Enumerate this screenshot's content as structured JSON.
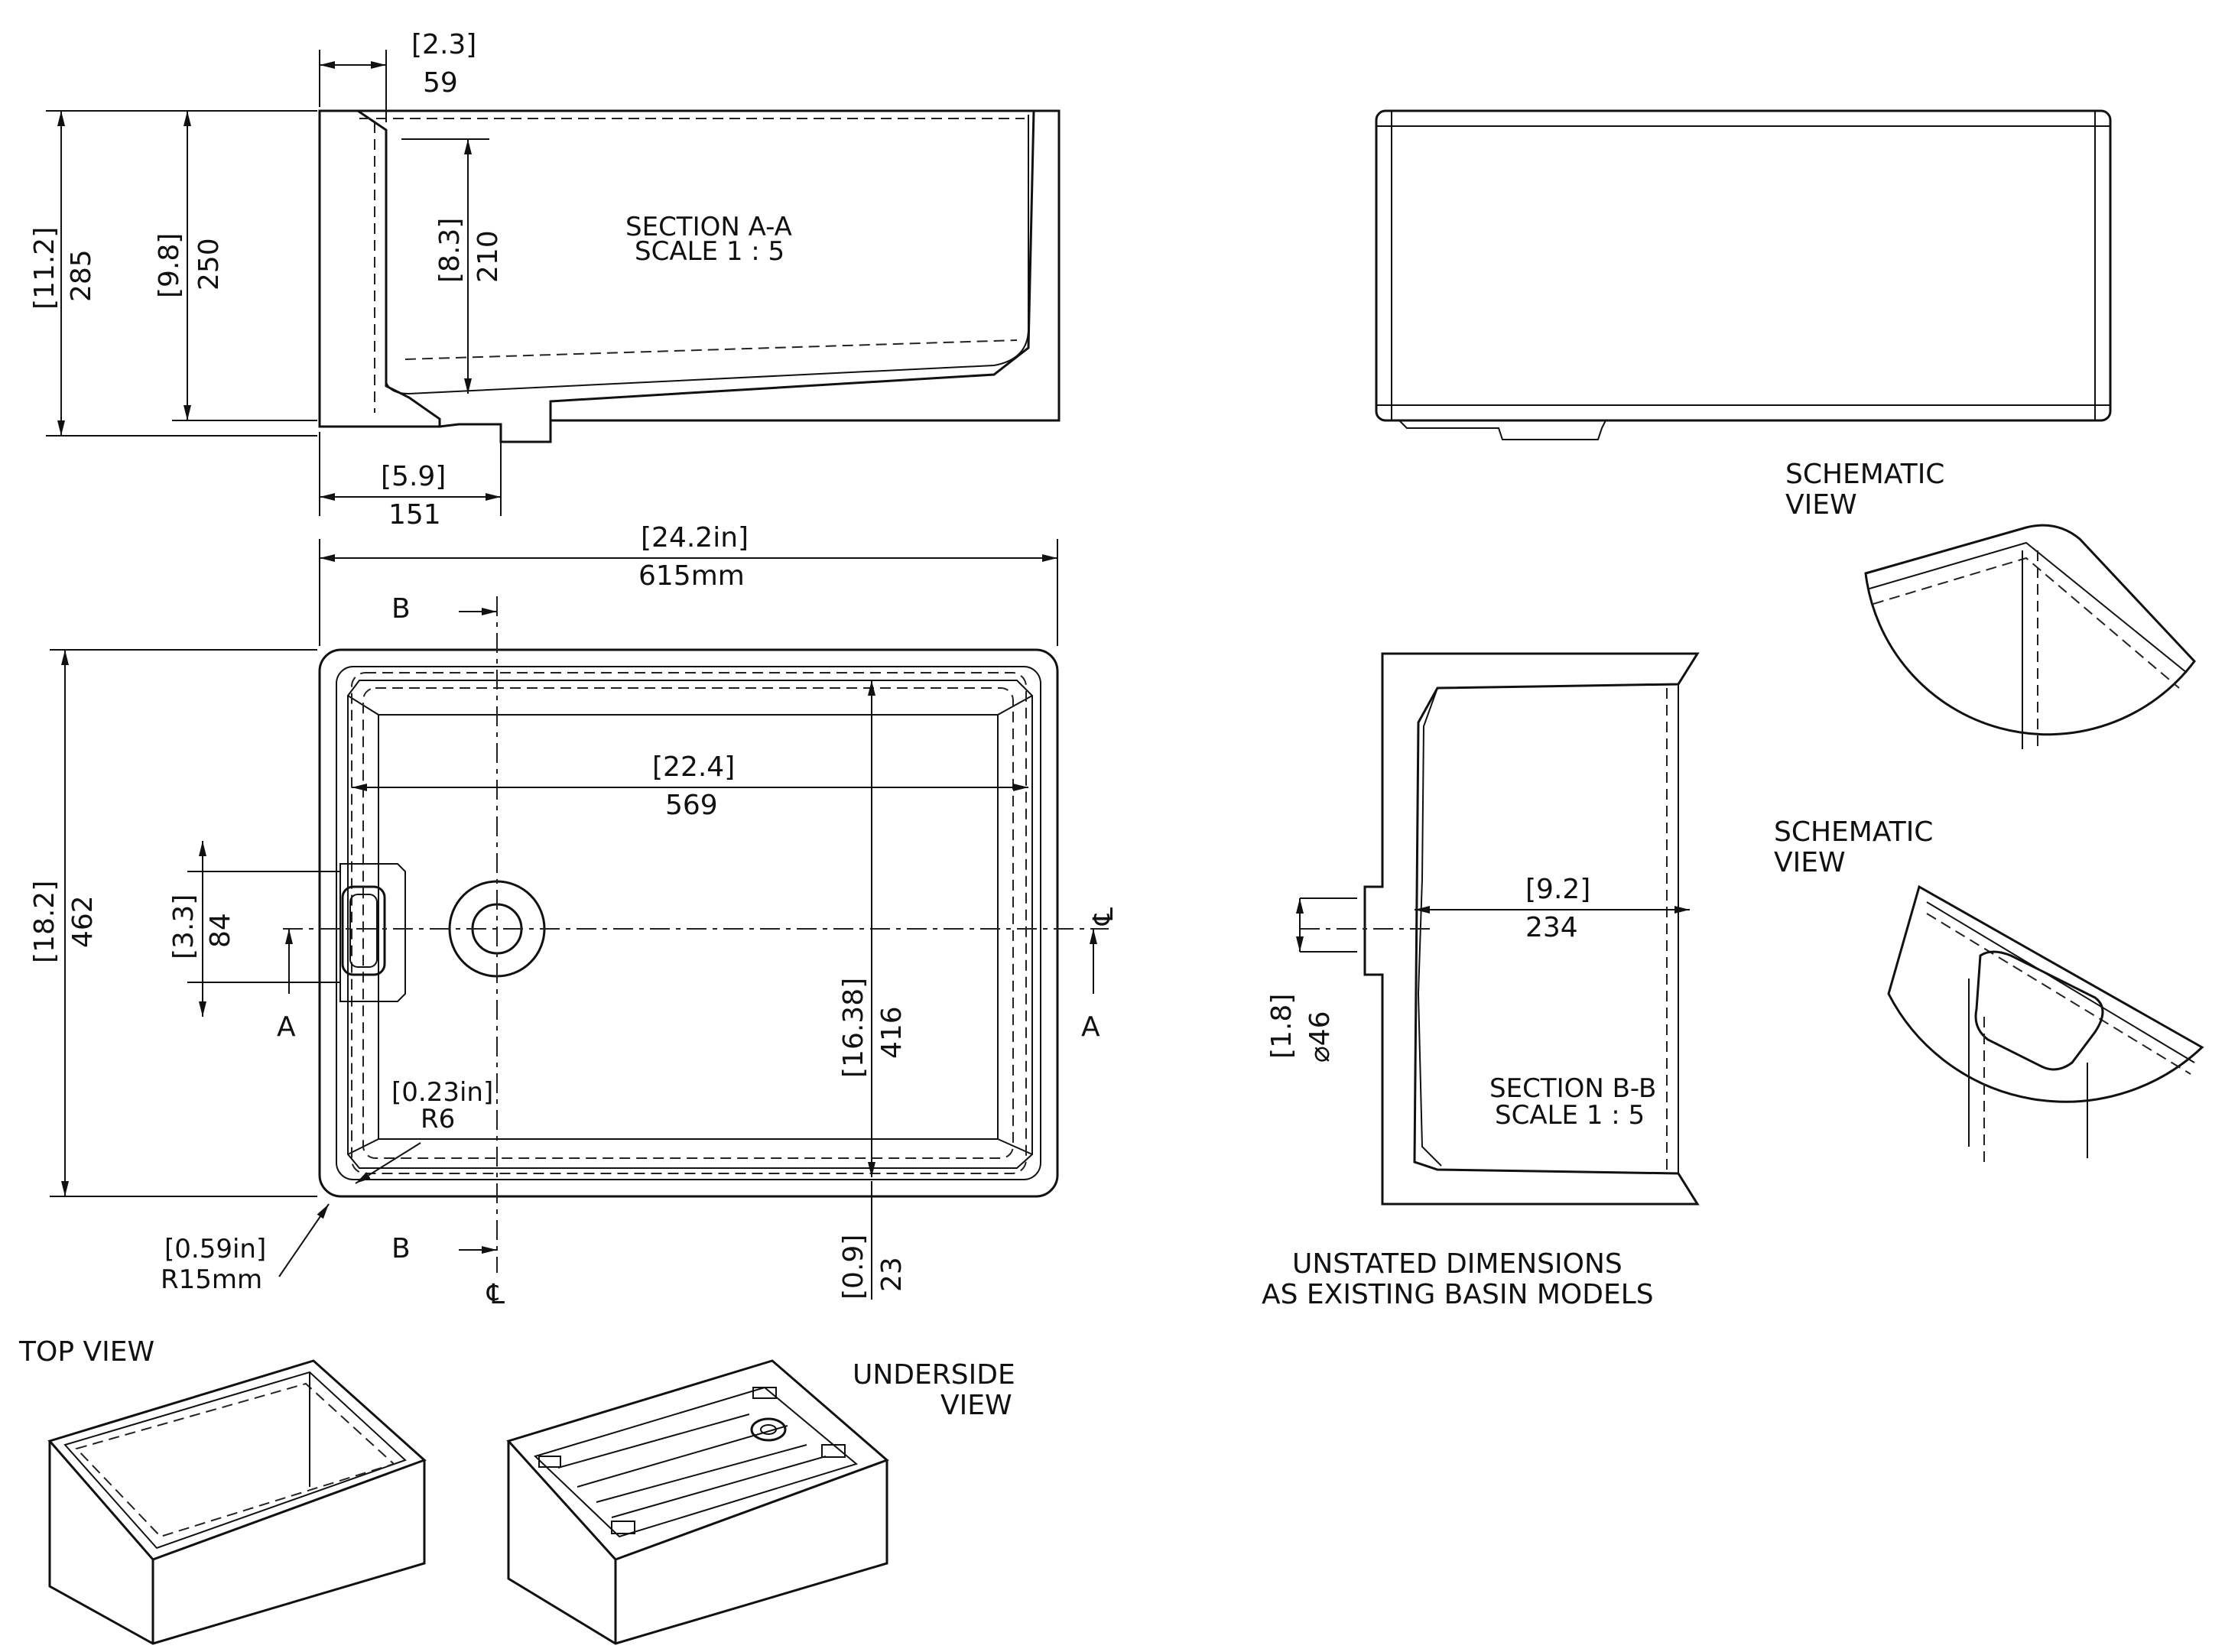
{
  "section_aa": {
    "title": "SECTION A-A",
    "scale": "SCALE 1 : 5",
    "dim_top_in": "[2.3]",
    "dim_top_mm": "59",
    "dim_total_h_in": "[11.2]",
    "dim_total_h_mm": "285",
    "dim_inner_h_in": "[9.8]",
    "dim_inner_h_mm": "250",
    "dim_bowl_h_in": "[8.3]",
    "dim_bowl_h_mm": "210",
    "dim_bottom_in": "[5.9]",
    "dim_bottom_mm": "151"
  },
  "top_plan": {
    "width_in": "[24.2in]",
    "width_mm": "615mm",
    "inner_w_in": "[22.4]",
    "inner_w_mm": "569",
    "height_in": "[18.2]",
    "height_mm": "462",
    "overflow_in": "[3.3]",
    "overflow_mm": "84",
    "depth_in": "[16.38]",
    "depth_mm": "416",
    "radius_in": "[0.23in]",
    "radius_mm": "R6",
    "corner_in": "[0.59in]",
    "corner_mm": "R15mm",
    "rim_in": "[0.9]",
    "rim_mm": "23",
    "label_b_top": "B",
    "label_b_bottom": "B",
    "label_a_left": "A",
    "label_a_right": "A",
    "cl_right": "℄",
    "cl_bottom": "℄"
  },
  "section_bb": {
    "title": "SECTION B-B",
    "scale": "SCALE 1 : 5",
    "inner_w_in": "[9.2]",
    "inner_w_mm": "234",
    "hole_in": "[1.8]",
    "hole_mm": "⌀46"
  },
  "labels": {
    "schematic_1_a": "SCHEMATIC",
    "schematic_1_b": "VIEW",
    "schematic_2_a": "SCHEMATIC",
    "schematic_2_b": "VIEW",
    "unstated_a": "UNSTATED DIMENSIONS",
    "unstated_b": "AS EXISTING BASIN MODELS",
    "top_view": "TOP VIEW",
    "underside_a": "UNDERSIDE",
    "underside_b": "VIEW"
  }
}
